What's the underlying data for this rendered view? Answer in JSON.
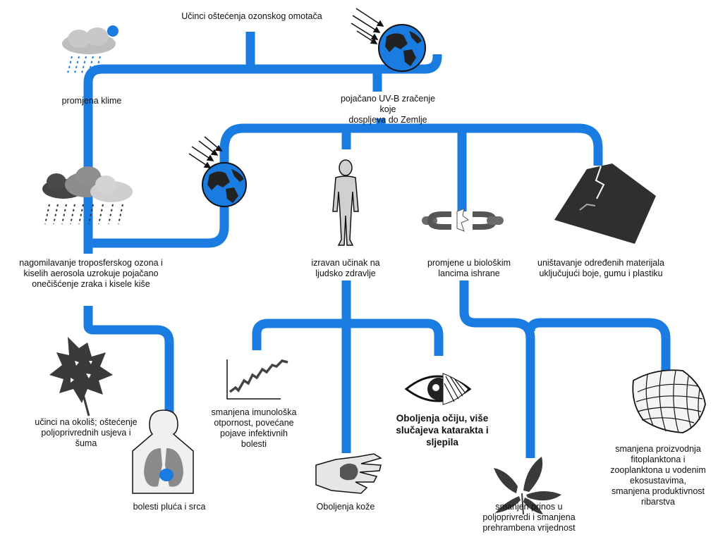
{
  "colors": {
    "flow": "#1a7be0",
    "icon_dark": "#333333",
    "icon_mid": "#9a9a9a",
    "icon_light": "#d8d8d8"
  },
  "labels": {
    "title": "Učinci oštećenja ozonskog omotača",
    "climate": "promjena klime",
    "uvb": "pojačano UV-B zračenje koje\ndospljeva do Zemlje",
    "ozone": "nagomilavanje troposferskog ozona i\nkiselih aerosola uzrokuje pojačano\nonečišćenje zraka i kisele kiše",
    "health": "izravan učinak na\nljudsko zdravlje",
    "food_chain": "promjene u biološkim\nlancima ishrane",
    "materials": "uništavanje određenih materijala\nuključujući boje, gumu i plastiku",
    "environment": "učinci na okoliš; oštećenje\npoljoprivrednih usjeva i\nšuma",
    "lungs": "bolesti pluća i srca",
    "immune": "smanjena imunološka\notpornost, povećane\npojave infektivnih\nbolesti",
    "skin": "Oboljenja kože",
    "eyes": "Oboljenja očiju, više\nslučajeva katarakta i\nsljepila",
    "crops": "smanjen prinos u\npoljoprivredi i smanjena\nprehrambena vrijednost",
    "plankton": "smanjena proizvodnja\nfitoplanktona i\nzooplanktona u vodenim\nekosustavima,\nsmanjena produktivnost\nribarstva"
  },
  "icons": [
    "rain-cloud-sun-icon",
    "earth-uv-rays-icon",
    "storm-clouds-acid-rain-icon",
    "earth-small-uv-icon",
    "human-figure-icon",
    "broken-chain-icon",
    "cracked-material-icon",
    "damaged-leaf-icon",
    "lungs-heart-icon",
    "rising-graph-icon",
    "hand-skin-icon",
    "eye-cataract-icon",
    "plant-icon",
    "distorted-net-icon"
  ]
}
